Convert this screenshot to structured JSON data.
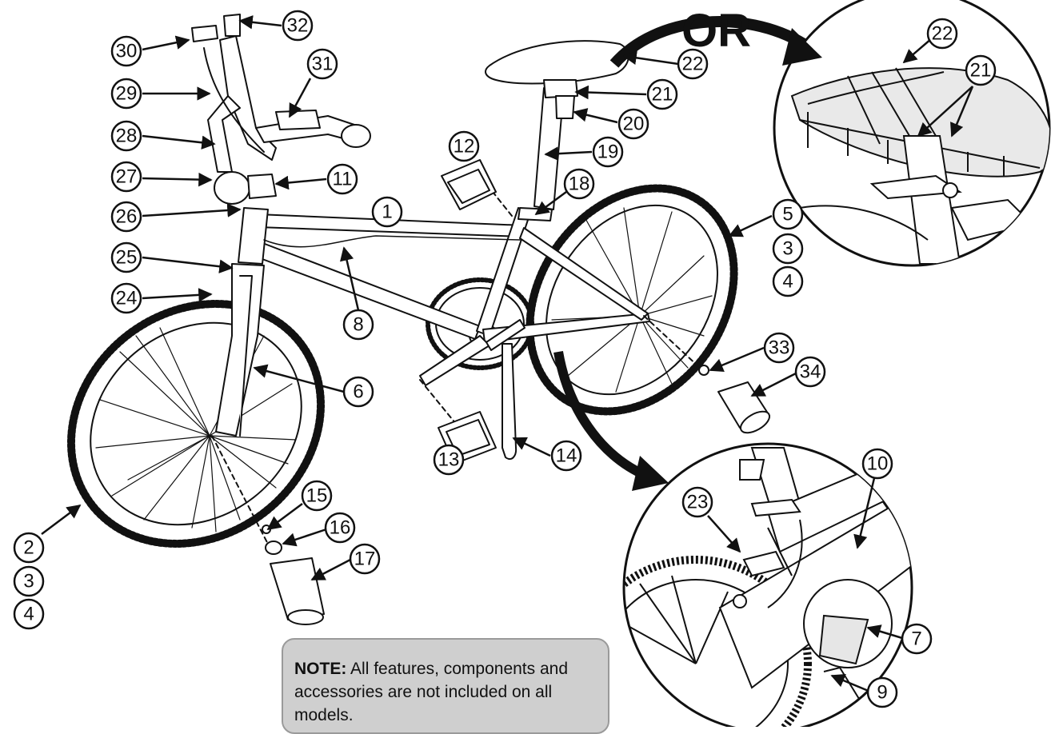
{
  "or_label": "OR",
  "note": {
    "heading": "NOTE:",
    "body": "All features, components and accessories are not included on all models."
  },
  "callouts": [
    "1",
    "2",
    "3",
    "4",
    "5",
    "6",
    "7",
    "8",
    "9",
    "10",
    "11",
    "12",
    "13",
    "14",
    "15",
    "16",
    "17",
    "18",
    "19",
    "20",
    "21",
    "22",
    "23",
    "24",
    "25",
    "26",
    "27",
    "28",
    "29",
    "30",
    "31",
    "32",
    "33",
    "34"
  ],
  "callout_instances": [
    {
      "id": "c32",
      "n": "32"
    },
    {
      "id": "c30",
      "n": "30"
    },
    {
      "id": "c31",
      "n": "31"
    },
    {
      "id": "c29",
      "n": "29"
    },
    {
      "id": "c28",
      "n": "28"
    },
    {
      "id": "c27",
      "n": "27"
    },
    {
      "id": "c11",
      "n": "11"
    },
    {
      "id": "c26",
      "n": "26"
    },
    {
      "id": "c25",
      "n": "25"
    },
    {
      "id": "c24",
      "n": "24"
    },
    {
      "id": "c1",
      "n": "1"
    },
    {
      "id": "c8",
      "n": "8"
    },
    {
      "id": "c6",
      "n": "6"
    },
    {
      "id": "c12",
      "n": "12"
    },
    {
      "id": "c18",
      "n": "18"
    },
    {
      "id": "c19",
      "n": "19"
    },
    {
      "id": "c20",
      "n": "20"
    },
    {
      "id": "c21a",
      "n": "21"
    },
    {
      "id": "c22a",
      "n": "22"
    },
    {
      "id": "c5",
      "n": "5"
    },
    {
      "id": "c3a",
      "n": "3"
    },
    {
      "id": "c4a",
      "n": "4"
    },
    {
      "id": "c33",
      "n": "33"
    },
    {
      "id": "c34",
      "n": "34"
    },
    {
      "id": "c13",
      "n": "13"
    },
    {
      "id": "c14",
      "n": "14"
    },
    {
      "id": "c15",
      "n": "15"
    },
    {
      "id": "c16",
      "n": "16"
    },
    {
      "id": "c17",
      "n": "17"
    },
    {
      "id": "c2",
      "n": "2"
    },
    {
      "id": "c3b",
      "n": "3"
    },
    {
      "id": "c4b",
      "n": "4"
    },
    {
      "id": "c22b",
      "n": "22"
    },
    {
      "id": "c21b",
      "n": "21"
    },
    {
      "id": "c10",
      "n": "10"
    },
    {
      "id": "c23",
      "n": "23"
    },
    {
      "id": "c7",
      "n": "7"
    },
    {
      "id": "c9",
      "n": "9"
    }
  ]
}
